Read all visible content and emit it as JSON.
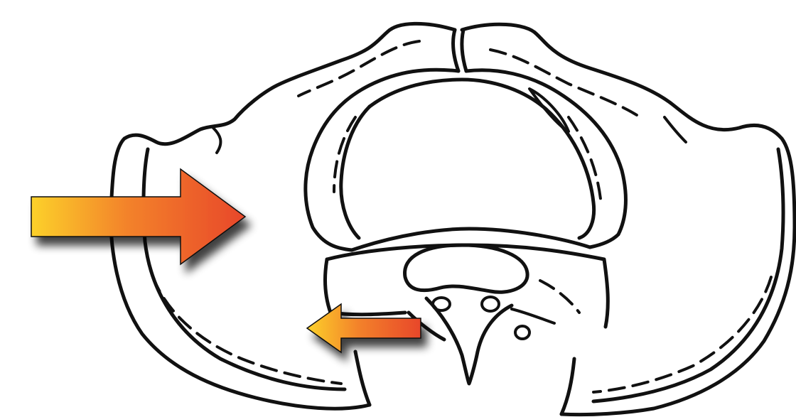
{
  "illustration": {
    "subject": "pelvis-line-drawing",
    "style": "black outline on white background",
    "line_color": "#111111",
    "background_color": "#ffffff"
  },
  "arrows": [
    {
      "name": "large-arrow",
      "direction": "right",
      "gradient_start": "#fcd12a",
      "gradient_end": "#e8472a",
      "shadow": true
    },
    {
      "name": "small-arrow",
      "direction": "left",
      "gradient_start": "#fcd12a",
      "gradient_end": "#e8472a",
      "shadow": true
    }
  ]
}
